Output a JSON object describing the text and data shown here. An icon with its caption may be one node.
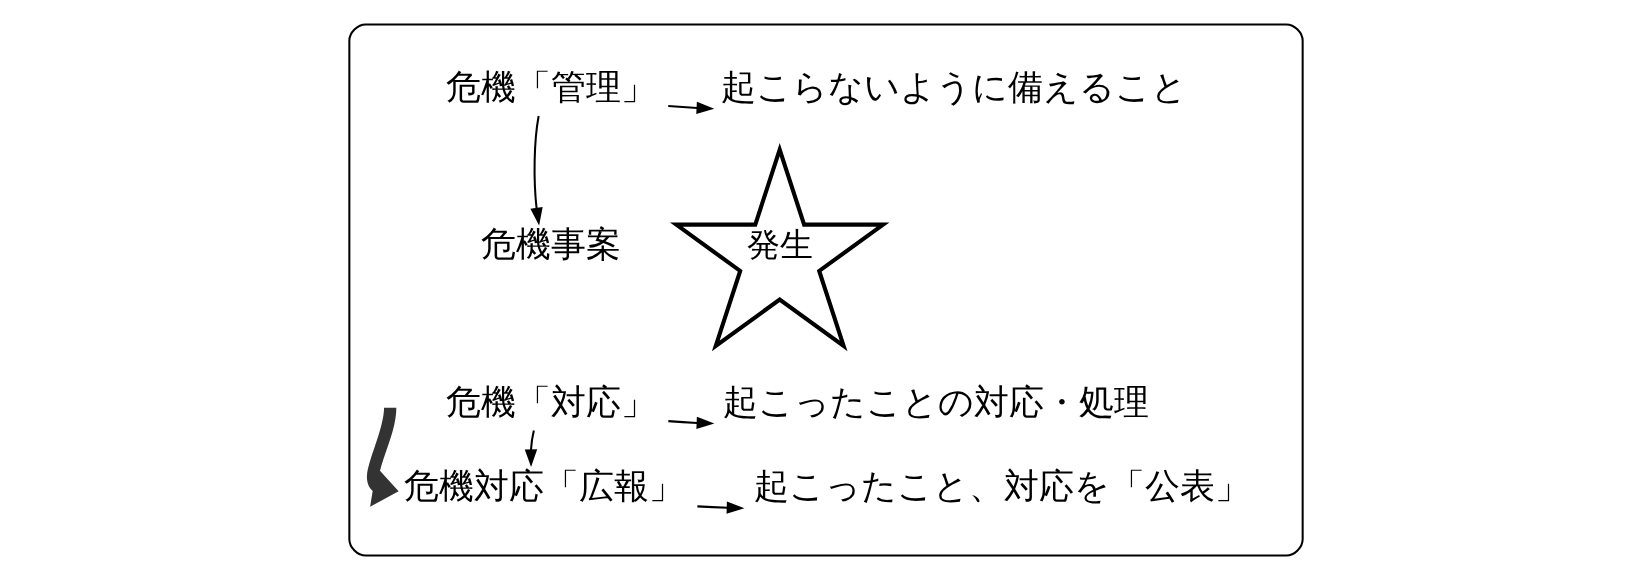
{
  "diagram": {
    "nodes": [
      {
        "text": [],
        "shape": "box"
      },
      {
        "text": [
          "危機「管理」"
        ],
        "in": 0
      },
      {
        "text": [
          "起こらないように備えること"
        ],
        "in": 0
      },
      {
        "text": [
          "危機事案"
        ],
        "in": 0
      },
      {
        "text": [
          "発生"
        ],
        "in": 0
      },
      {
        "text": [
          "危機「対応」"
        ],
        "in": 0
      },
      {
        "text": [
          "起こったことの対応・処理"
        ],
        "in": 0
      },
      {
        "text": [
          "危機対応「広報」"
        ],
        "in": 0
      },
      {
        "text": [
          "起こったこと、対応を「公表」"
        ],
        "in": 0
      }
    ],
    "edges": [
      {
        "from": 1,
        "to": 2,
        "arrow": "to"
      },
      {
        "from": 1,
        "to": 3,
        "arrow": "to"
      },
      {
        "from": 5,
        "to": 6,
        "arrow": "to"
      },
      {
        "from": 5,
        "to": 7,
        "arrow": "to"
      },
      {
        "from": 7,
        "to": 8,
        "arrow": "to"
      },
      {
        "from": null,
        "to": 7,
        "arrow": "to",
        "style": "thick",
        "color": "#333333"
      }
    ]
  }
}
